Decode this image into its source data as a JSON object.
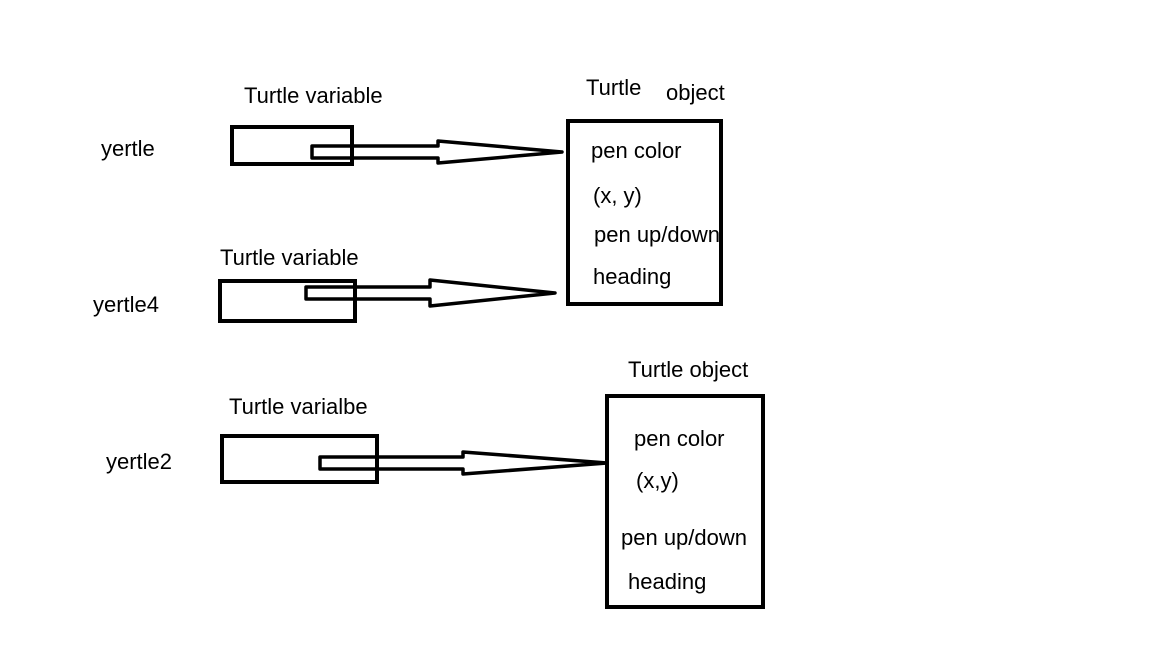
{
  "diagram": {
    "colors": {
      "stroke": "#000000",
      "background": "#ffffff",
      "text": "#000000"
    },
    "variables": [
      {
        "name": "yertle",
        "type_label": "Turtle variable",
        "points_to": "object-1"
      },
      {
        "name": "yertle4",
        "type_label": "Turtle variable",
        "points_to": "object-1"
      },
      {
        "name": "yertle2",
        "type_label": "Turtle varialbe",
        "points_to": "object-2"
      }
    ],
    "objects": [
      {
        "id": "object-1",
        "title_part1": "Turtle",
        "title_part2": "object",
        "fields": [
          "pen color",
          "(x, y)",
          "pen up/down",
          "heading"
        ]
      },
      {
        "id": "object-2",
        "title": "Turtle object",
        "fields": [
          "pen color",
          "(x,y)",
          "pen up/down",
          "heading"
        ]
      }
    ]
  }
}
